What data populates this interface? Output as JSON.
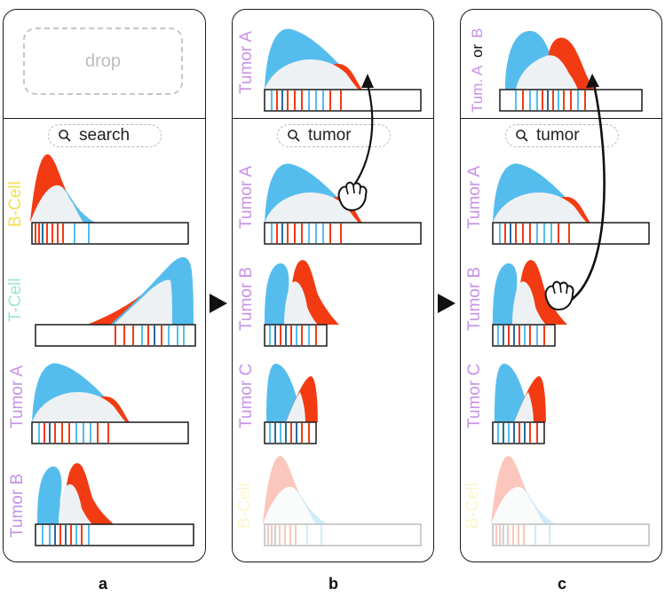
{
  "panels": {
    "a": {
      "drop_label": "drop",
      "search_text": "search",
      "items": [
        "B-Cell",
        "T-Cell",
        "Tumor A",
        "Tumor B"
      ],
      "caption": "a"
    },
    "b": {
      "top_label": "Tumor A",
      "search_text": "tumor",
      "items": [
        "Tumor A",
        "Tumor B",
        "Tumor C",
        "B-Cell"
      ],
      "caption": "b"
    },
    "c": {
      "top_label_part1": "Tum. A",
      "top_label_part2": "or",
      "top_label_part3": "B",
      "search_text": "tumor",
      "items": [
        "Tumor A",
        "Tumor B",
        "Tumor C",
        "B-Cell"
      ],
      "caption": "c"
    }
  },
  "colors": {
    "red": "#f23b12",
    "blue": "#55bdee",
    "overlap": "#eef1f3",
    "purple": "#c792e6",
    "yellow": "#f4e04d",
    "green": "#9ee6c8",
    "faded_yellow": "#f7f0c4"
  },
  "icons": [
    "search-icon",
    "hand-cursor-icon",
    "arrow-icon",
    "triangle-arrow-icon"
  ]
}
